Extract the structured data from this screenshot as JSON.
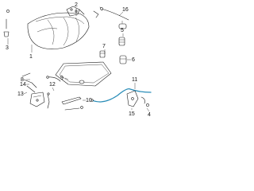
{
  "diagram": {
    "callouts": [
      "1",
      "2",
      "3",
      "4",
      "5",
      "6",
      "7",
      "8",
      "9",
      "10",
      "11",
      "12",
      "13",
      "14",
      "15",
      "16"
    ],
    "highlight_color": "#2a8db8"
  }
}
